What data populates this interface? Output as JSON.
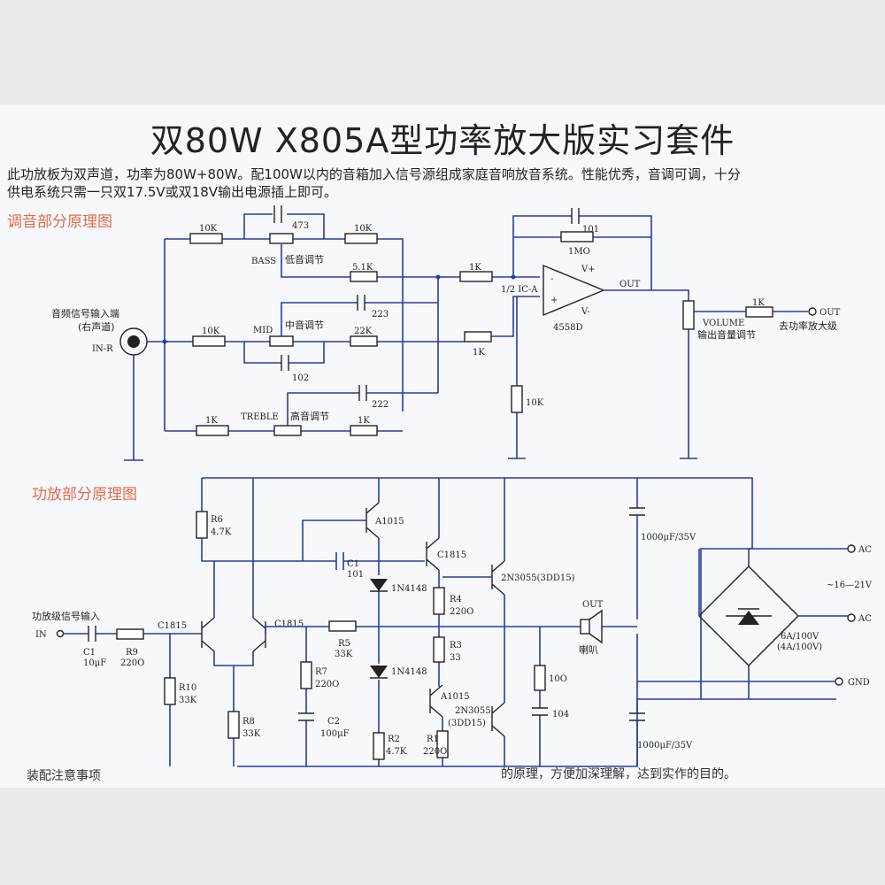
{
  "title": "双80W  X805A型功率放大版实习套件",
  "intro": {
    "line1": "此功放板为双声道，功率为80W+80W。配100W以内的音箱加入信号源组成家庭音响放音系统。性能优秀，音调可调，十分",
    "line2": "供电系统只需一只双17.5V或双18V输出电源插上即可。"
  },
  "sections": {
    "tone": "调音部分原理图",
    "amp": "功放部分原理图"
  },
  "tone": {
    "input_label_1": "音频信号输入端",
    "input_label_2": "(右声道)",
    "input_name": "IN-R",
    "r_top_left": "10K",
    "c_bass": "473",
    "r_top_right": "10K",
    "bass_label": "BASS",
    "bass_zh": "低音调节",
    "r_bass_out": "5.1K",
    "r_to_ic_top": "1K",
    "c_mid_top": "223",
    "r_mid_left": "10K",
    "mid_label": "MID",
    "mid_zh": "中音调节",
    "r_mid_out": "22K",
    "c_mid_bottom": "102",
    "r_to_ic_bottom": "1K",
    "c_treble_top": "222",
    "r_treble_left": "1K",
    "treble_label": "TREBLE",
    "treble_zh": "高音调节",
    "r_treble_right": "1K",
    "c_feedback": "101",
    "r_feedback": "1MO",
    "ic_name": "1/2 IC-A",
    "ic_part": "4558D",
    "ic_vplus": "V+",
    "ic_vminus": "V-",
    "ic_plus": "+",
    "ic_minus": "-",
    "ic_out": "OUT",
    "r_ground": "10K",
    "volume_label": "VOLUME",
    "volume_zh": "输出音量调节",
    "r_out": "1K",
    "out_label": "OUT",
    "out_zh": "去功率放大级"
  },
  "amp": {
    "input_zh": "功放级信号输入",
    "input_name": "IN",
    "c1_name": "C1",
    "c1_value": "10μF",
    "r9_name": "R9",
    "r9_value": "220O",
    "q_in_left": "C1815",
    "q_in_right": "C1815",
    "r10_name": "R10",
    "r10_value": "33K",
    "r8_name": "R8",
    "r8_value": "33K",
    "r6_name": "R6",
    "r6_value": "4.7K",
    "c1_top_name": "C1",
    "c1_top_value": "101",
    "r5_name": "R5",
    "r5_value": "33K",
    "r7_name": "R7",
    "r7_value": "220O",
    "c2_name": "C2",
    "c2_value": "100μF",
    "q_a1015_top": "A1015",
    "d_top": "1N4148",
    "d_bottom": "1N4148",
    "r2_name": "R2",
    "r2_value": "4.7K",
    "q_c1815_driver": "C1815",
    "r4_name": "R4",
    "r4_value": "220O",
    "r3_name": "R3",
    "r3_value": "33",
    "q_a1015_bottom": "A1015",
    "r1_name": "R1",
    "r1_value": "220O",
    "q_out_top": "2N3055(3DD15)",
    "q_out_bottom_1": "2N3055",
    "q_out_bottom_2": "(3DD15)",
    "speaker_out": "OUT",
    "speaker_zh": "喇叭",
    "r_zobel": "10O",
    "c_zobel": "104",
    "cap_top": "1000μF/35V",
    "cap_bottom": "1000μF/35V",
    "ac_top": "AC",
    "ac_voltage": "~16—21V",
    "ac_bottom": "AC",
    "bridge_1": "6A/100V",
    "bridge_2": "(4A/100V)",
    "gnd": "GND"
  },
  "footer": {
    "left": "装配注意事项",
    "right": "的原理，方便加深理解，达到实作的目的。"
  }
}
